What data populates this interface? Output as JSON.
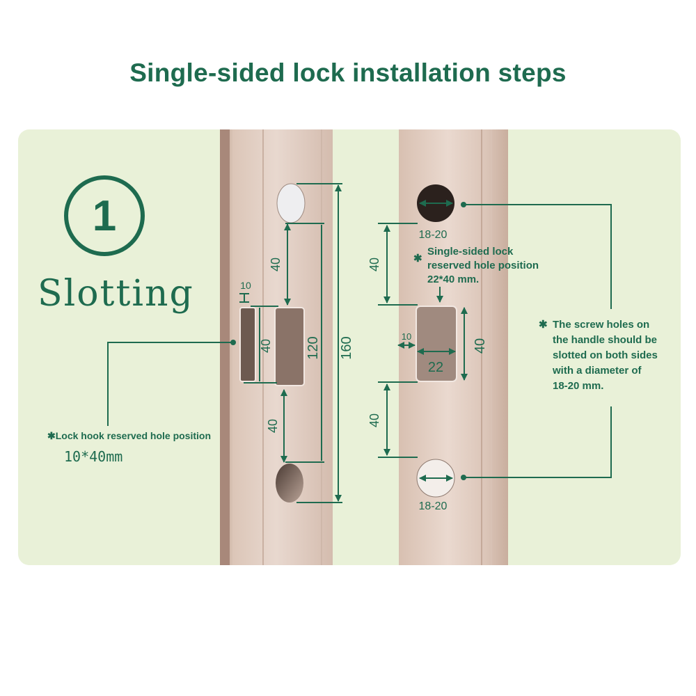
{
  "title": "Single-sided lock installation steps",
  "step": {
    "number": "1",
    "label": "Slotting"
  },
  "lock_hook_note": {
    "marker": "✱",
    "text": "Lock hook reserved hole position",
    "size": "10*40mm"
  },
  "reserved_hole_note": {
    "marker": "✱",
    "lines": [
      "Single-sided lock",
      "reserved hole position",
      "22*40 mm."
    ]
  },
  "screw_hole_note": {
    "marker": "✱",
    "lines": [
      "The screw holes on",
      "the handle should be",
      "slotted on both sides",
      "with a diameter of",
      "18-20 mm."
    ]
  },
  "left_dims": {
    "top_gap": "40",
    "slot_width": "10",
    "slot_height": "40",
    "bottom_gap": "40",
    "span_inner": "120",
    "span_total": "160"
  },
  "right_dims": {
    "top_hole_dia": "18-20",
    "top_gap": "40",
    "slot_offset": "10",
    "slot_width": "22",
    "slot_height": "40",
    "bottom_gap": "40",
    "bottom_hole_dia": "18-20"
  },
  "colors": {
    "accent": "#1e6b4f",
    "panel": "#e9f1d8",
    "frame": "#d9c2b4"
  }
}
